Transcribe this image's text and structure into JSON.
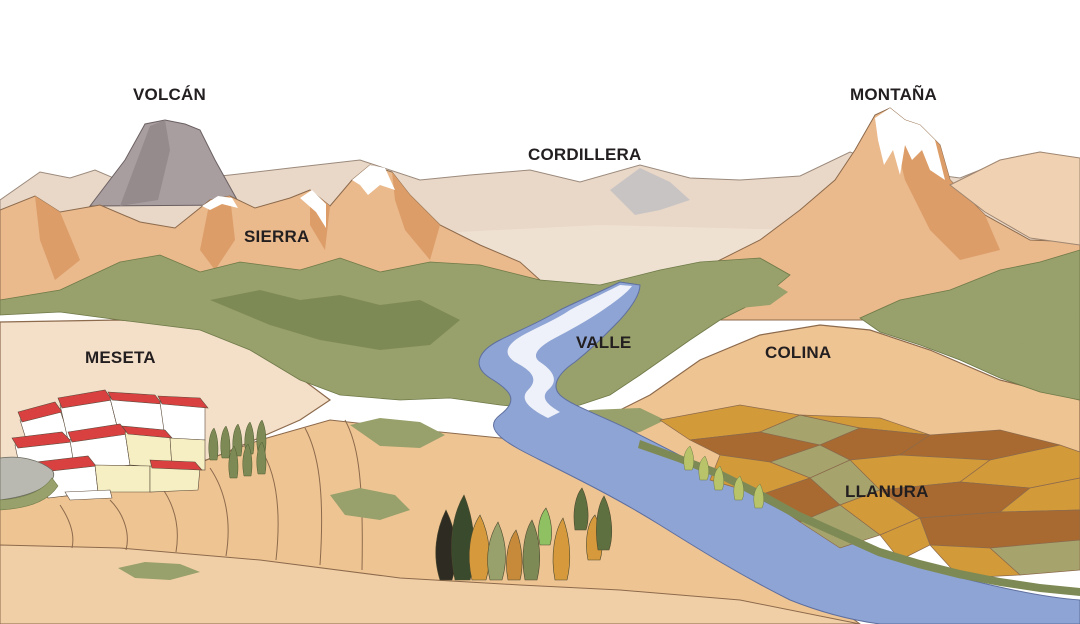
{
  "labels": {
    "volcano": "VOLCÁN",
    "range": "CORDILLERA",
    "mountain": "MONTAÑA",
    "sierra": "SIERRA",
    "plateau": "MESETA",
    "valley": "VALLE",
    "hill": "COLINA",
    "plain": "LLANURA"
  },
  "colors": {
    "sky": "#ffffff",
    "far_mountains": "#e9d8c8",
    "mountain": "#eab98c",
    "mountain_shadow": "#dc9d68",
    "snow": "#ffffff",
    "volcano": "#a89d9f",
    "forest": "#98a06b",
    "forest_dark": "#7e8a55",
    "plateau": "#f4dfc9",
    "ground": "#efc493",
    "river": "#8ea4d4",
    "field_ochre": "#d39a3a",
    "field_brown": "#a86a30",
    "field_green": "#a6a46c",
    "roof": "#d94141",
    "house_wall": "#ffffff",
    "house_cream": "#f6efc3",
    "outline": "#6a4b32"
  }
}
